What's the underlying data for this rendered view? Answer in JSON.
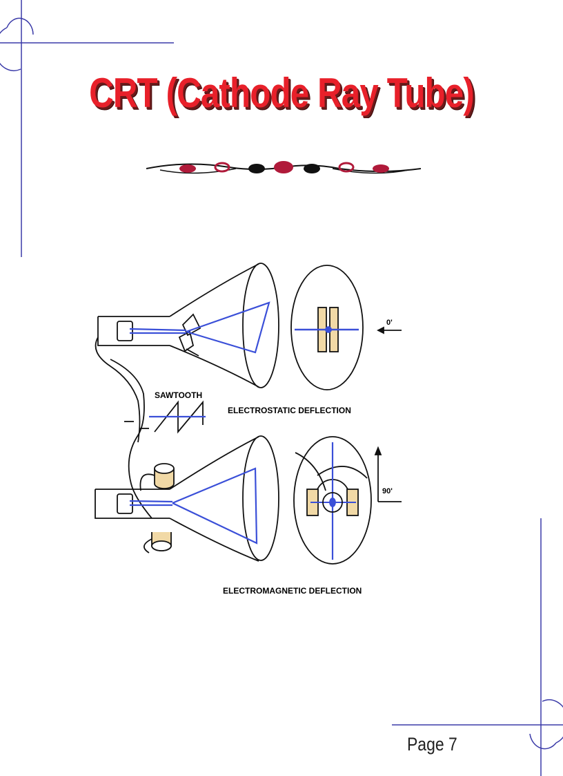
{
  "slide": {
    "title": "CRT (Cathode Ray Tube)",
    "page_label": "Page 7"
  },
  "diagram": {
    "sawtooth_label": "SAWTOOTH",
    "electrostatic_label": "ELECTROSTATIC  DEFLECTION",
    "electromagnetic_label": "ELECTROMAGNETIC  DEFLECTION",
    "angle_top": "0'",
    "angle_bottom": "90'"
  },
  "colors": {
    "title": "#e8202a",
    "frame_line": "#3a3aa8",
    "beam": "#3a4fd8",
    "plate": "#f1d9a6"
  }
}
